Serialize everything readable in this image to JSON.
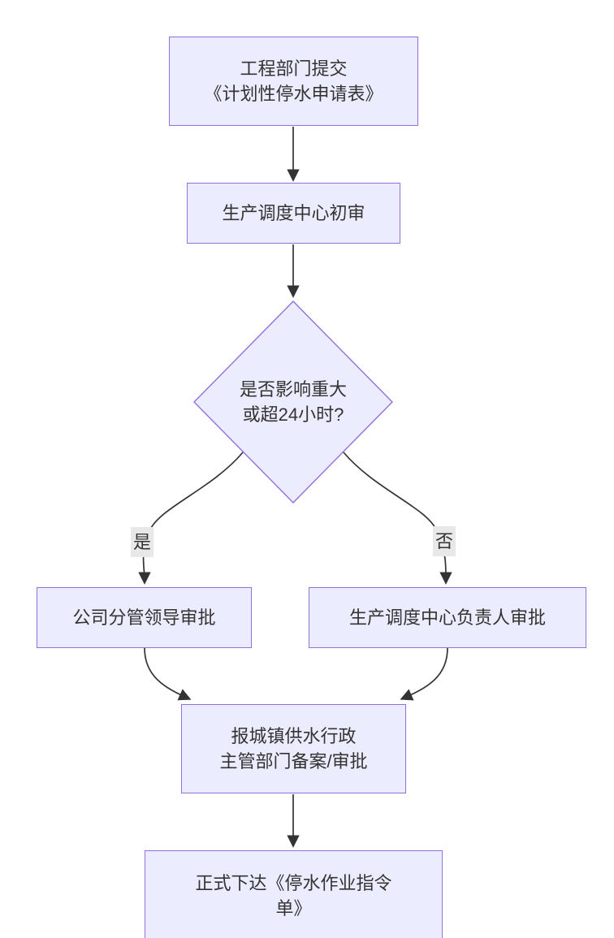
{
  "diagram": {
    "type": "flowchart",
    "direction": "top-down",
    "nodes": {
      "submit": {
        "shape": "rect",
        "label": "工程部门提交\n《计划性停水申请表》"
      },
      "initial_review": {
        "shape": "rect",
        "label": "生产调度中心初审"
      },
      "decision": {
        "shape": "diamond",
        "label": "是否影响重大\n或超24小时?"
      },
      "leader_approval": {
        "shape": "rect",
        "label": "公司分管领导审批"
      },
      "center_head_approval": {
        "shape": "rect",
        "label": "生产调度中心负责人审批"
      },
      "report_filing": {
        "shape": "rect",
        "label": "报城镇供水行政\n主管部门备案/审批"
      },
      "issue_order": {
        "shape": "rect",
        "label": "正式下达《停水作业指令\n单》"
      }
    },
    "edge_labels": {
      "yes": "是",
      "no": "否"
    },
    "colors": {
      "node_fill": "#ECECFF",
      "node_stroke": "#9370DB",
      "edge_color": "#333333",
      "edge_label_bg": "#E8E8E8",
      "text_color": "#333333",
      "background": "#FFFFFF"
    }
  }
}
